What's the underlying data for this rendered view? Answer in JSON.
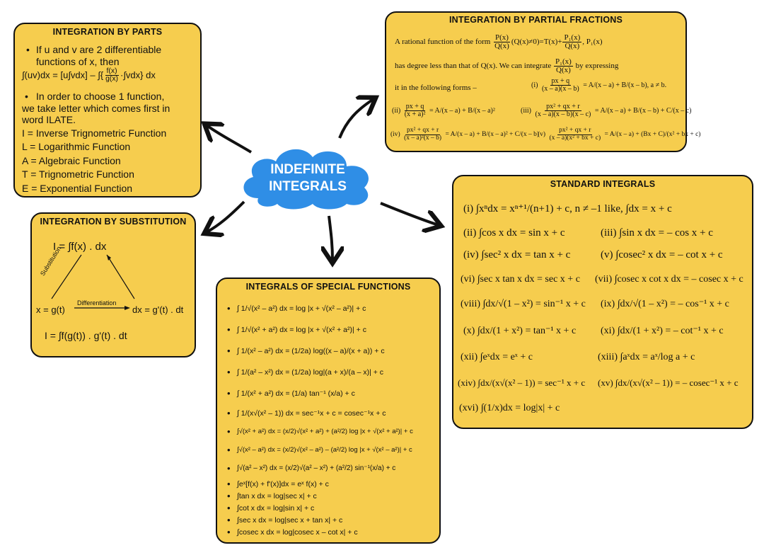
{
  "center": {
    "line1": "INDEFINITE",
    "line2": "INTEGRALS"
  },
  "parts": {
    "title": "INTEGRATION BY PARTS",
    "b1_l1": "If u and v are 2 differentiable",
    "b1_l2": "functions of x, then",
    "formula_lhs": "∫(uv)dx = [u∫vdx] – ∫{",
    "formula_num": "f(x)",
    "formula_den": "g(x)",
    "formula_rhs": "·∫vdx} dx",
    "b2_l1": "In order to choose 1  function,",
    "b2_l2": "we take letter which comes first in",
    "b2_l3": "word ILATE.",
    "ilate": [
      "I = Inverse Trignometric Function",
      "L = Logarithmic Function",
      "A = Algebraic Function",
      "T = Trignometric Function",
      "E = Exponential Function"
    ]
  },
  "substitution": {
    "title": "INTEGRATION BY SUBSTITUTION",
    "top_formula": "I = ∫f(x) . dx",
    "left_formula": "x = g(t)",
    "right_formula": "dx = g'(t) . dt",
    "edge_left": "Substitution",
    "edge_bottom": "Differentiation",
    "bottom_formula": "I = ∫f(g(t)) . g'(t) . dt"
  },
  "partial": {
    "title": "INTEGRATION BY PARTIAL FRACTIONS",
    "l1_pre": "A rational function of the form",
    "l1_mid": "(Q(x)≠0)=T(x)+",
    "l1_post": ", P₁(x)",
    "l2_pre": "has degree less than that of Q(x). We can integrate",
    "l2_post": "by expressing",
    "l3": "it in the following forms –",
    "forms": [
      {
        "label": "(i)",
        "lhs_n": "px + q",
        "lhs_d": "(x – a)(x – b)",
        "rhs": "= A/(x – a) + B/(x – b), a ≠ b."
      },
      {
        "label": "(ii)",
        "lhs_n": "px + q",
        "lhs_d": "(x + a)²",
        "rhs": "= A/(x – a) + B/(x – a)²"
      },
      {
        "label": "(iii)",
        "lhs_n": "px² + qx + r",
        "lhs_d": "(x – a)(x – b)(x – c)",
        "rhs": "= A/(x – a) + B/(x – b) + C/(x – c)"
      },
      {
        "label": "(iv)",
        "lhs_n": "px² + qx + r",
        "lhs_d": "(x – a)²(x – b)",
        "rhs": "= A/(x – a) + B/(x – a)² + C/(x – b)"
      },
      {
        "label": "(v)",
        "lhs_n": "px² + qx + r",
        "lhs_d": "(x – a)(x² + bx + c)",
        "rhs": "= A/(x – a) + (Bx + C)/(x² + bx + c)"
      }
    ]
  },
  "standard": {
    "title": "STANDARD INTEGRALS",
    "items": [
      "(i) ∫xⁿdx = xⁿ⁺¹/(n+1) + c, n ≠ –1 like, ∫dx = x + c",
      "(ii) ∫cos x dx = sin x + c",
      "(iii) ∫sin x dx = – cos x + c",
      "(iv) ∫sec² x dx = tan x + c",
      "(v) ∫cosec² x dx = – cot x + c",
      "(vi) ∫sec x tan x dx = sec x + c",
      "(vii) ∫cosec x cot x dx = – cosec x + c",
      "(viii) ∫dx/√(1 – x²) = sin⁻¹ x + c",
      "(ix) ∫dx/√(1 – x²) = – cos⁻¹ x + c",
      "(x) ∫dx/(1 + x²) = tan⁻¹ x + c",
      "(xi) ∫dx/(1 + x²) = – cot⁻¹ x + c",
      "(xii) ∫eˣdx = eˣ + c",
      "(xiii) ∫aˣdx = aˣ/log a + c",
      "(xiv) ∫dx/(x√(x² – 1)) = sec⁻¹ x + c",
      "(xv) ∫dx/(x√(x² – 1)) = – cosec⁻¹ x + c",
      "(xvi) ∫(1/x)dx = log|x| + c"
    ]
  },
  "special": {
    "title": "INTEGRALS OF SPECIAL FUNCTIONS",
    "items": [
      "∫ 1/√(x² – a²) dx = log |x + √(x² – a²)| + c",
      "∫ 1/√(x² + a²) dx = log |x + √(x² + a²)| + c",
      "∫ 1/(x² – a²) dx = (1/2a) log((x – a)/(x + a)) + c",
      "∫ 1/(a² – x²) dx = (1/2a) log|(a + x)/(a – x)| + c",
      "∫ 1/(x² + a²) dx = (1/a) tan⁻¹ (x/a) + c",
      "∫ 1/(x√(x² – 1)) dx = sec⁻¹x + c = cosec⁻¹x + c",
      "∫√(x² + a²) dx = (x/2)√(x² + a²) + (a²/2) log |x + √(x² + a²)| + c",
      "∫√(x² – a²) dx = (x/2)√(x² – a²) – (a²/2) log |x + √(x² – a²)| + c",
      "∫√(a² – x²) dx = (x/2)√(a² – x²) + (a²/2) sin⁻¹(x/a) + c",
      "∫eˣ[f(x) + f'(x)]dx = eˣ f(x) + c",
      "∫tan x dx = log|sec x| + c",
      "∫cot x dx = log|sin x| + c",
      "∫sec x dx = log|sec x + tan x| + c",
      "∫cosec x dx = log|cosec x – cot x| + c"
    ]
  },
  "colors": {
    "box_fill": "#f6cd4e",
    "cloud": "#2f8ee6",
    "border": "#111111"
  }
}
